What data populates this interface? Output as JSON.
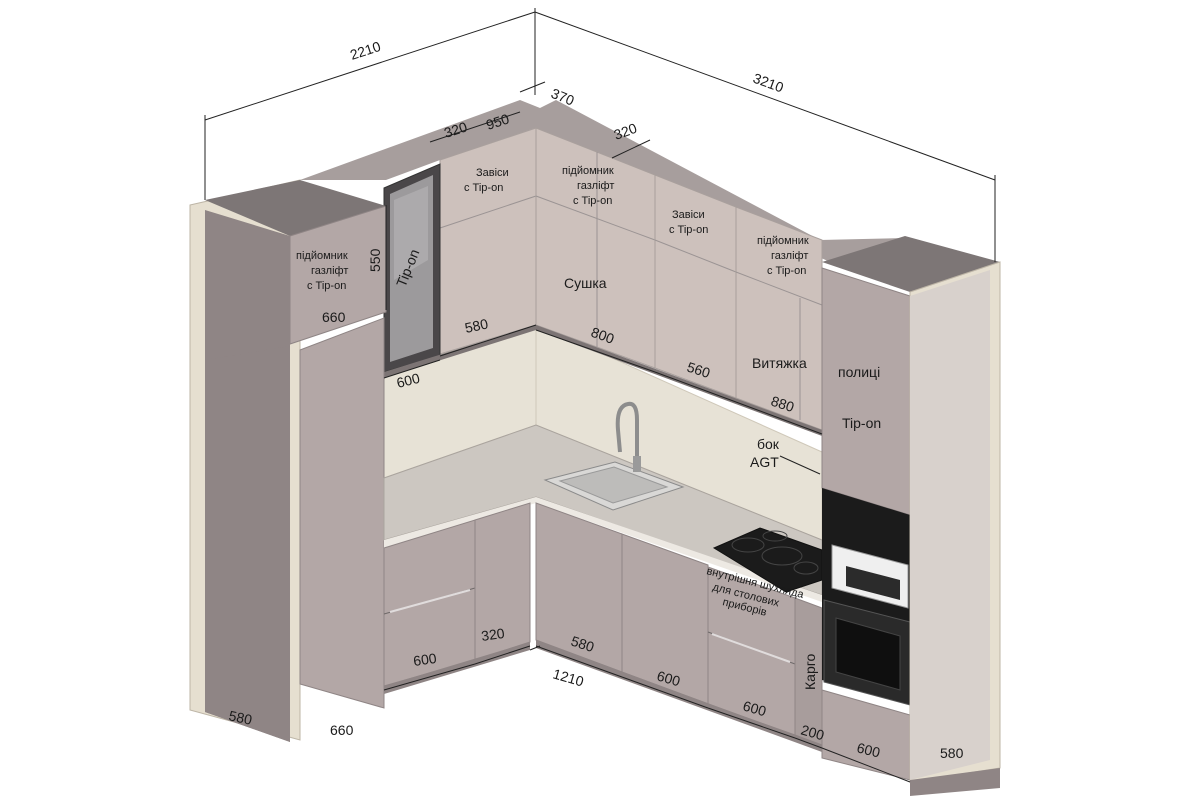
{
  "overall": {
    "left_run": "2210",
    "right_run": "3210"
  },
  "dimensions": {
    "corner_depth": "370",
    "upper_left_depth": "320",
    "upper_left_width": "950",
    "upper_right_depth": "320",
    "tall_left_top_height": "550",
    "tall_left_top_width": "660",
    "glass_width": "580",
    "glass_bottom_width": "600",
    "upper_800": "800",
    "upper_560": "560",
    "hood_880": "880",
    "base_left_600": "600",
    "base_left_320": "320",
    "base_580": "580",
    "base_run_1210": "1210",
    "base_600_a": "600",
    "base_600_b": "600",
    "cargo_200": "200",
    "oven_600": "600",
    "tall_left_depth": "580",
    "tall_left_bottom": "660",
    "tall_right_depth": "580"
  },
  "notes": {
    "tall_left_lift": [
      "підйомник",
      "газліфт",
      "с Tip-on"
    ],
    "tip_on_glass": "Tip-on",
    "hinges_left": [
      "Завіси",
      "с Tip-on"
    ],
    "lift_center": [
      "підйомник",
      "газліфт",
      "с Tip-on"
    ],
    "dryer": "Сушка",
    "hinges_right": [
      "Завіси",
      "с Tip-on"
    ],
    "lift_right": [
      "підйомник",
      "газліфт",
      "с Tip-on"
    ],
    "hood": "Витяжка",
    "shelves": "полиці",
    "tip_on_right": "Tip-on",
    "side_agt": [
      "бок",
      "AGT"
    ],
    "cutlery_drawer": [
      "внутрішня шухляда",
      "для столових",
      "приборів"
    ],
    "cargo": "Карго"
  },
  "colors": {
    "cabinet_front": "#b3a7a6",
    "cabinet_dark": "#8f8585",
    "upper_front": "#cdc1bc",
    "backsplash": "#e7e2d6",
    "countertop": "#ccc7c1",
    "side_panel": "#d8d1cc",
    "end_panel": "#e6dfd0",
    "glass": "#9c9a9c",
    "appliance_black": "#1b1b1b"
  }
}
